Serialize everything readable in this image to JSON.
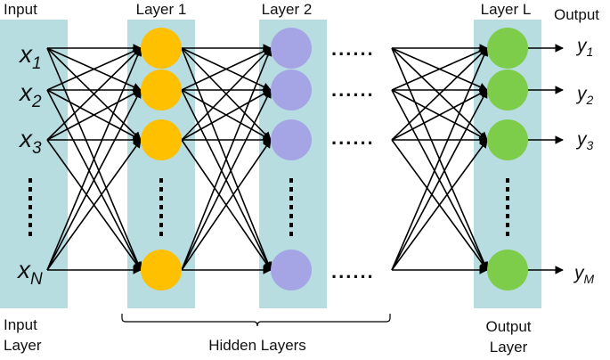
{
  "headers": {
    "input": "Input",
    "layer1": "Layer 1",
    "layer2": "Layer 2",
    "layerL": "Layer L",
    "output": "Output"
  },
  "inputs": {
    "x1": {
      "base": "x",
      "sub": "1"
    },
    "x2": {
      "base": "x",
      "sub": "2"
    },
    "x3": {
      "base": "x",
      "sub": "3"
    },
    "xN": {
      "base": "x",
      "sub": "N"
    }
  },
  "outputs": {
    "y1": {
      "base": "y",
      "sub": "1"
    },
    "y2": {
      "base": "y",
      "sub": "2"
    },
    "y3": {
      "base": "y",
      "sub": "3"
    },
    "yM": {
      "base": "y",
      "sub": "M"
    }
  },
  "labels": {
    "input_layer_1": "Input",
    "input_layer_2": "Layer",
    "hidden_layers": "Hidden Layers",
    "output_layer_1": "Output",
    "output_layer_2": "Layer"
  },
  "gap_dots": "......",
  "colors": {
    "band": "#b7dde1",
    "layer1_node": "#ffc000",
    "layer2_node": "#a5a5e6",
    "layerL_node": "#7dcd4b",
    "edge": "#000000"
  }
}
